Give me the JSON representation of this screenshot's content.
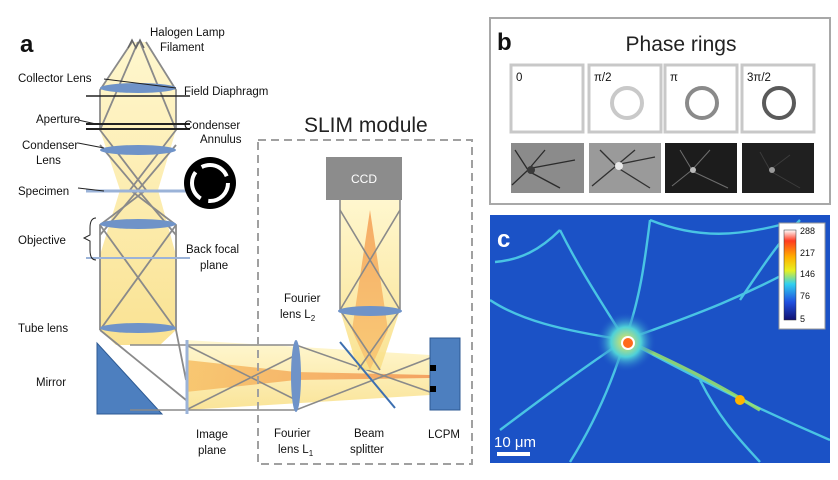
{
  "panel_a": {
    "letter": "a",
    "labels": {
      "halogen1": "Halogen Lamp",
      "halogen2": "Filament",
      "collector": "Collector Lens",
      "field_diaphragm": "Field Diaphragm",
      "aperture": "Aperture",
      "condenser_annulus1": "Condenser",
      "condenser_annulus2": "Annulus",
      "condenser_lens1": "Condenser",
      "condenser_lens2": "Lens",
      "specimen": "Specimen",
      "objective": "Objective",
      "back_focal1": "Back focal",
      "back_focal2": "plane",
      "tube_lens": "Tube lens",
      "mirror": "Mirror",
      "image_plane1": "Image",
      "image_plane2": "plane",
      "fourier1_a": "Fourier",
      "fourier1_b": "lens L",
      "fourier1_sub": "1",
      "beam_splitter1": "Beam",
      "beam_splitter2": "splitter",
      "lcpm": "LCPM",
      "fourier2_a": "Fourier",
      "fourier2_b": "lens L",
      "fourier2_sub": "2",
      "ccd": "CCD",
      "slim_module": "SLIM module"
    }
  },
  "panel_b": {
    "letter": "b",
    "title": "Phase rings",
    "rings": [
      "0",
      "π/2",
      "π",
      "3π/2"
    ]
  },
  "panel_c": {
    "letter": "c",
    "colorbar_ticks": [
      "288",
      "217",
      "146",
      "76",
      "5"
    ],
    "scalebar": "10 μm"
  },
  "colors": {
    "lens": "#6f93c8",
    "beam_yellow": "#fbe79a",
    "beam_orange": "#f3a45e",
    "module_border": "#a0a0a0",
    "ccd": "#8c8c8c",
    "lcpm": "#4d7fbf",
    "map_background": "#1b52c6"
  }
}
